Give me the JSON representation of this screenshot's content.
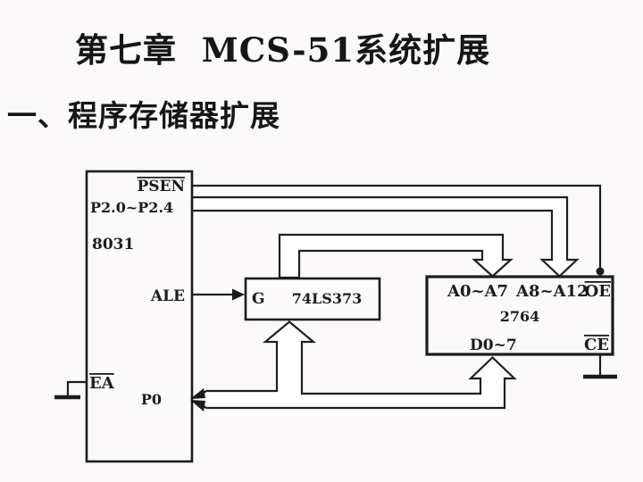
{
  "slide": {
    "title": "第七章  MCS-51系统扩展",
    "subtitle": "一、程序存储器扩展"
  },
  "colors": {
    "ink": "#1c1c1c",
    "background": "#fbfaf7"
  },
  "diagram": {
    "mcu": {
      "name": "8031",
      "pin_psen": "PSEN",
      "pin_p2": "P2.0~P2.4",
      "pin_ale": "ALE",
      "pin_ea": "EA",
      "pin_p0": "P0"
    },
    "latch": {
      "pin_gate": "G",
      "name": "74LS373"
    },
    "eprom": {
      "pin_addr_low": "A0~A7",
      "pin_addr_high": "A8~A12",
      "pin_oe": "OE",
      "name": "2764",
      "pin_data": "D0~7",
      "pin_ce": "CE"
    }
  }
}
